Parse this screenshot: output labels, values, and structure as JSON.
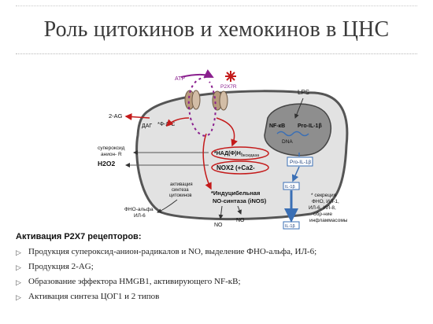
{
  "slide": {
    "title": "Роль цитокинов и хемокинов в ЦНС",
    "subheading": "Активация P2X7 рецепторов:",
    "bullets": [
      "Продукция супероксид-анион-радикалов и NO, выделение ФНО-альфа, ИЛ-6;",
      "Продукция 2-AG;",
      "Образование эффектора HMGB1, активирующего NF-кВ;",
      "Активация синтеза ЦОГ1 и 2 типов"
    ]
  },
  "diagram": {
    "atp": "ATP",
    "p2x7r": "P2X7R",
    "lps": "LPS",
    "nfkb": "NF-кB",
    "pro_il1b_nucleus": "Pro-IL-1β",
    "dna": "DNA",
    "two_ag": "2-AG",
    "dag": "ДАГ",
    "fl_c": "*Ф-Л-С",
    "superoxide_1": "супероксид",
    "superoxide_2": "анион- R",
    "h2o2": "H2O2",
    "nadph_1": "*НАД(Ф)Н-",
    "nadph_2": "оксидаза",
    "nox2": "NOX2 (+Ca2-",
    "pro_il1b_cyto": "Pro-IL-1β",
    "activation_1": "активация",
    "activation_2": "синтеза",
    "activation_3": "цитокинов",
    "inos_1": "*Индуцибельная",
    "inos_2": "NO-синтаза (iNOS)",
    "tnf_1": "ФНО-альфа",
    "tnf_2": "ИЛ-6",
    "no_1": "NO",
    "no_2": "NO",
    "il1b_mid": "IL-1β",
    "il1b_out": "IL-1β",
    "secretion": [
      "* секреция",
      "ФНО, ИЛ-1,",
      "ИЛ-6, ИЛ-8,",
      "обр-ние",
      "инфламмасомы"
    ]
  },
  "colors": {
    "cell_fill": "#e2e2e2",
    "cell_stroke": "#555555",
    "nucleus_fill": "#8e8e8e",
    "purple": "#8a1f8e",
    "red": "#c41a1a",
    "blue": "#3a6fb5",
    "channel": "#b79a7c"
  }
}
